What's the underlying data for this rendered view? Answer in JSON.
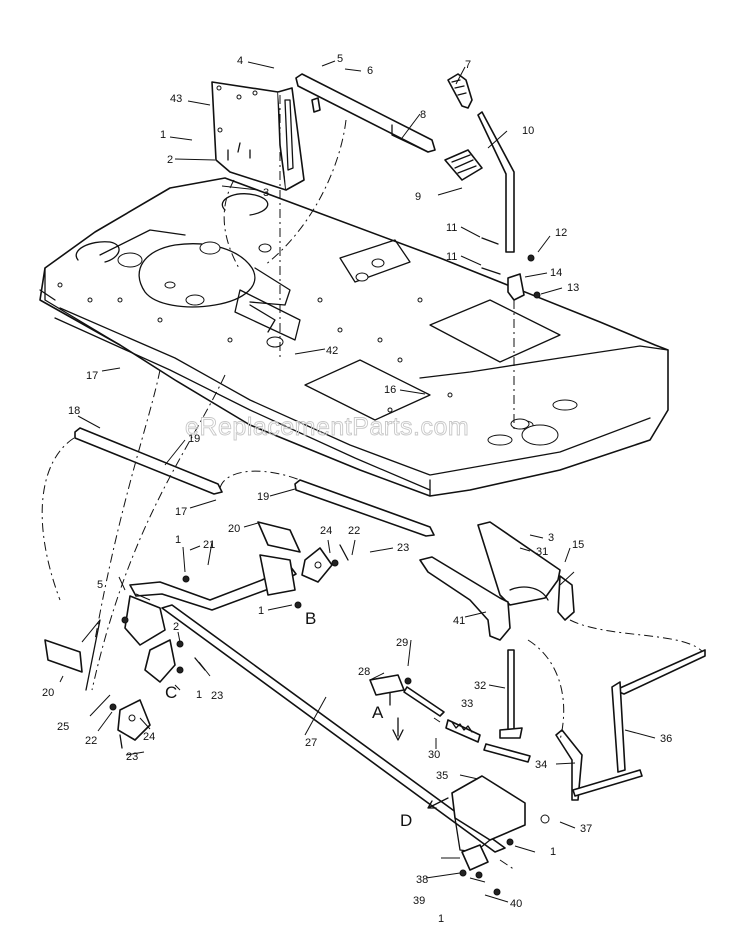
{
  "diagram": {
    "title": "Steering / lift assembly exploded parts diagram",
    "watermark": "eReplacementParts.com",
    "callouts": {
      "p1a": "1",
      "p1b": "1",
      "p1c": "1",
      "p1d": "1",
      "p1e": "1",
      "p1f": "1",
      "p2a": "2",
      "p2b": "2",
      "p3a": "3",
      "p3b": "3",
      "p4": "4",
      "p5a": "5",
      "p5b": "5",
      "p6": "6",
      "p7": "7",
      "p8": "8",
      "p9": "9",
      "p10": "10",
      "p11a": "11",
      "p11b": "11",
      "p12": "12",
      "p13": "13",
      "p14": "14",
      "p15": "15",
      "p16": "16",
      "p17a": "17",
      "p17b": "17",
      "p18": "18",
      "p19a": "19",
      "p19b": "19",
      "p20a": "20",
      "p20b": "20",
      "p21": "21",
      "p22a": "22",
      "p22b": "22",
      "p23a": "23",
      "p23b": "23",
      "p23c": "23",
      "p24a": "24",
      "p24b": "24",
      "p25": "25",
      "p27": "27",
      "p28": "28",
      "p29": "29",
      "p30": "30",
      "p31": "31",
      "p32": "32",
      "p33": "33",
      "p34": "34",
      "p35": "35",
      "p36": "36",
      "p37": "37",
      "p38": "38",
      "p39": "39",
      "p40": "40",
      "p41": "41",
      "p42": "42",
      "p43": "43"
    },
    "detail_letters": {
      "a": "A",
      "b": "B",
      "c": "C",
      "d": "D"
    }
  }
}
